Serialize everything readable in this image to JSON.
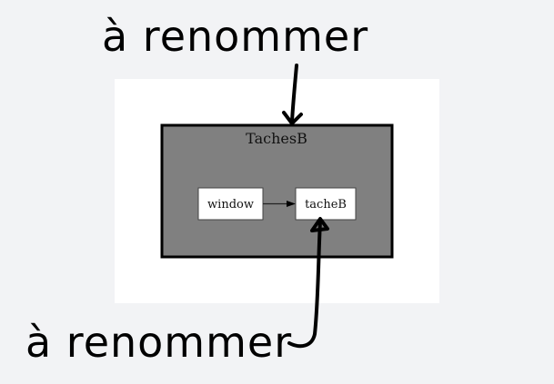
{
  "annotations": {
    "top_note": "à renommer",
    "bottom_note": "à renommer"
  },
  "diagram": {
    "cluster_label": "TachesB",
    "nodes": [
      {
        "label": "window"
      },
      {
        "label": "tacheB"
      }
    ],
    "edges": [
      {
        "from": "window",
        "to": "tacheB"
      }
    ],
    "colors": {
      "cluster_fill": "#808080",
      "node_fill": "#ffffff",
      "panel": "#ffffff",
      "background": "#f2f3f5"
    }
  }
}
